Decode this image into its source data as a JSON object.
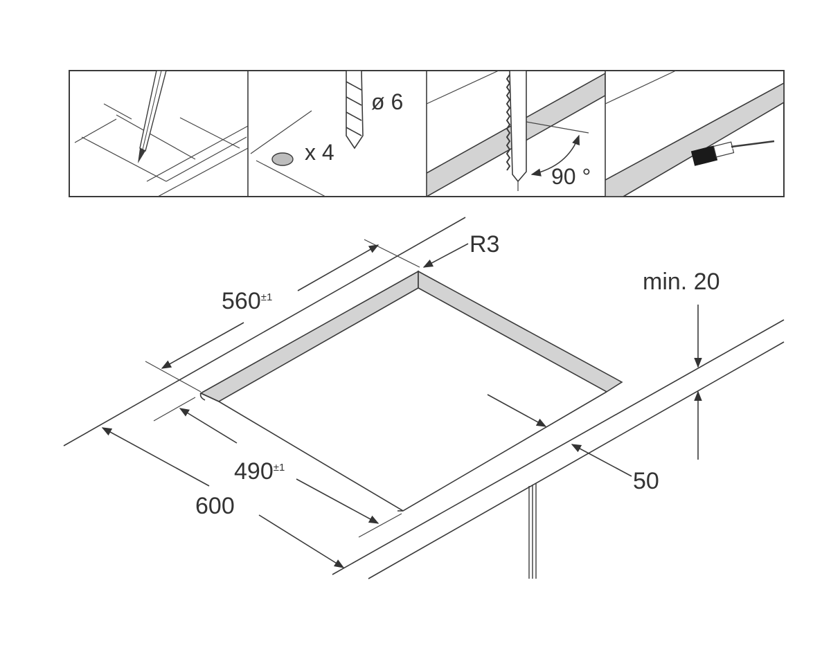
{
  "steps": {
    "step1": {
      "tool": "pencil-icon"
    },
    "step2": {
      "count_label": "x 4",
      "diameter_label": "ø 6",
      "tool": "drill-bit-icon"
    },
    "step3": {
      "angle_label": "90 °",
      "tool": "jigsaw-blade-icon"
    },
    "step4": {
      "tool": "brush-icon"
    }
  },
  "drawing": {
    "radius_label": "R3",
    "width_value": "560",
    "width_tolerance": "±1",
    "depth_value": "490",
    "depth_tolerance": "±1",
    "worktop_depth_label": "600",
    "front_distance_label": "50",
    "thickness_label": "min. 20"
  },
  "colors": {
    "line": "#3a3a3a",
    "edge_fill": "#d3d3d3",
    "text": "#333333"
  }
}
